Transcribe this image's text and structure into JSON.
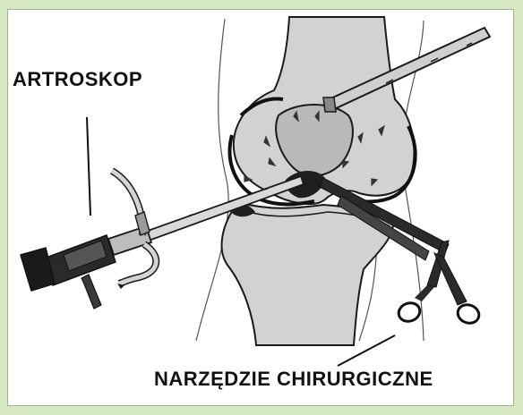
{
  "labels": {
    "arthroscope": "ARTROSKOP",
    "surgical_instrument": "NARZĘDZIE CHIRURGICZNE"
  },
  "colors": {
    "background": "#d7e8c4",
    "panel": "#ffffff",
    "bone_fill": "#d2d2d2",
    "patella_fill": "#b9b9b9",
    "line": "#1a1a1a",
    "dark": "#111111"
  },
  "icons": {
    "arthroscope": "arthroscope-illustration",
    "surgical_instrument": "scissor-grasper-illustration",
    "knee": "knee-joint-illustration"
  }
}
